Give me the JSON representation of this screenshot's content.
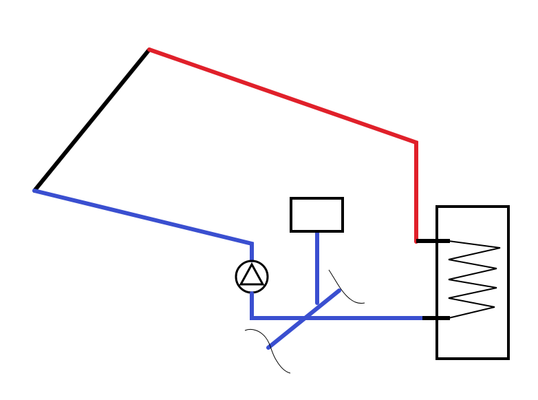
{
  "diagram": {
    "kind": "solar-water-heating-circuit-sketch",
    "colors": {
      "background": "#ffffff",
      "collector": "#000000",
      "hot_pipe": "#e0202a",
      "cold_pipe": "#3a4fd0",
      "outline": "#000000"
    },
    "components": [
      "solar-collector",
      "hot-supply-pipe",
      "cold-return-pipe",
      "circulation-pump",
      "expansion-tank",
      "storage-tank",
      "heat-exchanger-coil",
      "branch-pipe"
    ]
  }
}
